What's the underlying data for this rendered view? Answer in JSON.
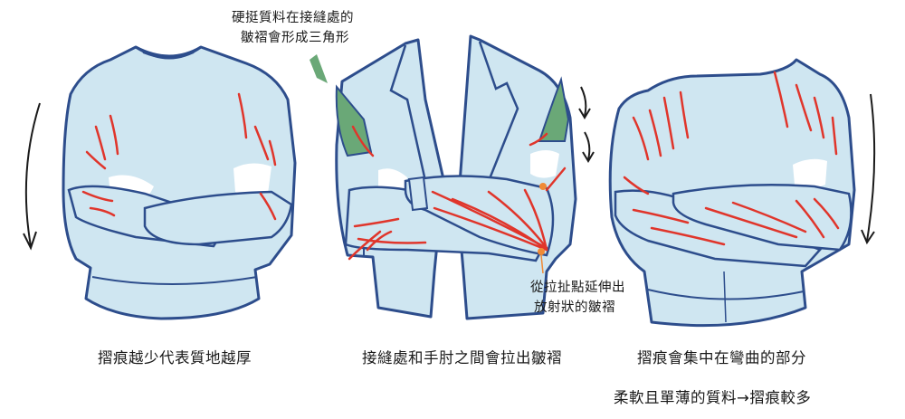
{
  "annotations": {
    "top_line1": "硬挺質料在接縫處的",
    "top_line2": "皺褶會形成三角形",
    "right_line1": "從拉扯點延伸出",
    "right_line2": "放射狀的皺褶"
  },
  "captions": {
    "left": "摺痕越少代表質地越厚",
    "middle": "接縫處和手肘之間會拉出皺褶",
    "right_line1": "摺痕會集中在彎曲的部分",
    "right_line2": "柔軟且單薄的質料→摺痕較多"
  },
  "colors": {
    "fabric": "#cfe6f1",
    "outline": "#2d4d8c",
    "fold": "#e0352b",
    "seam_fill": "#6aa877",
    "skin": "#ffffff",
    "pull_point": "#f08a36"
  }
}
